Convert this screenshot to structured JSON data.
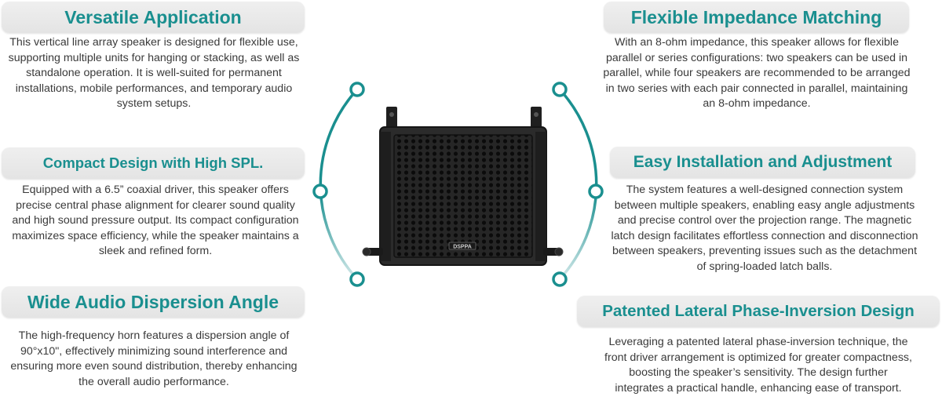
{
  "features": [
    {
      "id": "versatile-application",
      "title": "Versatile Application",
      "description": "This vertical line array speaker is designed for flexible use, supporting multiple units for hanging or stacking, as well as standalone operation. It is well-suited for permanent installations, mobile performances, and temporary audio system setups."
    },
    {
      "id": "compact-design",
      "title": "Compact Design with High SPL.",
      "description": "Equipped with a 6.5” coaxial driver, this speaker offers precise central phase alignment for clearer sound quality and high sound pressure output. Its compact configuration maximizes space efficiency, while the speaker maintains a sleek and refined form."
    },
    {
      "id": "wide-dispersion",
      "title": "Wide Audio Dispersion Angle",
      "description": "The high-frequency horn features a dispersion angle of 90°x10\", effectively minimizing sound interference and ensuring more even sound distribution, thereby enhancing the overall audio performance."
    },
    {
      "id": "flexible-impedance",
      "title": "Flexible Impedance Matching",
      "description": "With an 8-ohm impedance, this speaker allows for flexible parallel or series configurations: two speakers can be used in parallel, while four speakers are recommended to be arranged in two series with each pair connected in parallel, maintaining an 8-ohm impedance."
    },
    {
      "id": "easy-installation",
      "title": "Easy Installation and Adjustment",
      "description": "The system features a well-designed connection system between multiple speakers, enabling easy angle adjustments and precise control over the projection range. The magnetic latch design facilitates effortless connection and disconnection between speakers, preventing issues such as the detachment of spring-loaded latch balls."
    },
    {
      "id": "patented-phase-inversion",
      "title": "Patented Lateral Phase-Inversion Design",
      "description": "Leveraging a patented lateral phase-inversion technique, the front driver arrangement is optimized for greater compactness, boosting the speaker’s sensitivity. The design further integrates a practical handle, enhancing ease of transport."
    }
  ],
  "product": {
    "badge_text": "DSPPA"
  },
  "colors": {
    "accent": "#1a8f8f",
    "pill_background": "#e8e8e8",
    "body_text": "#3a3a3a",
    "speaker_body": "#2b2b2b"
  }
}
